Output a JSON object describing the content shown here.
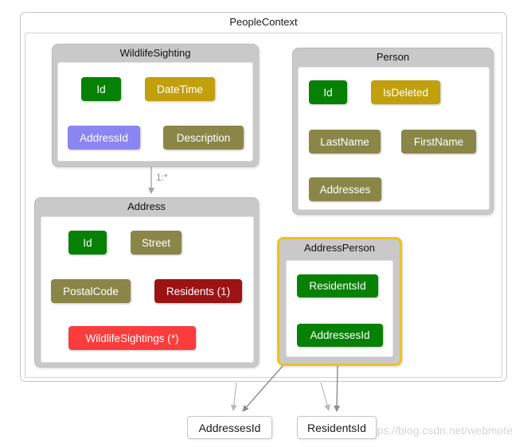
{
  "diagram": {
    "title": "PeopleContext",
    "watermark": "https://blog.csdn.net/webmote",
    "relation_label": "1:*"
  },
  "entities": {
    "wildlife_sighting": {
      "title": "WildlifeSighting",
      "fields": [
        {
          "label": "Id",
          "type": "key"
        },
        {
          "label": "DateTime",
          "type": "datetime"
        },
        {
          "label": "AddressId",
          "type": "foreign-key"
        },
        {
          "label": "Description",
          "type": "scalar"
        }
      ]
    },
    "person": {
      "title": "Person",
      "fields": [
        {
          "label": "Id",
          "type": "key"
        },
        {
          "label": "IsDeleted",
          "type": "datetime"
        },
        {
          "label": "LastName",
          "type": "scalar"
        },
        {
          "label": "FirstName",
          "type": "scalar"
        },
        {
          "label": "Addresses",
          "type": "scalar"
        }
      ]
    },
    "address": {
      "title": "Address",
      "fields": [
        {
          "label": "Id",
          "type": "key"
        },
        {
          "label": "Street",
          "type": "scalar"
        },
        {
          "label": "PostalCode",
          "type": "scalar"
        },
        {
          "label": "Residents (1)",
          "type": "navigation-one"
        },
        {
          "label": "WildlifeSightings (*)",
          "type": "navigation-many"
        }
      ]
    },
    "address_person": {
      "title": "AddressPerson",
      "selected": true,
      "fields": [
        {
          "label": "ResidentsId",
          "type": "key"
        },
        {
          "label": "AddressesId",
          "type": "key"
        }
      ]
    }
  },
  "external_nodes": {
    "addresses_id": {
      "label": "AddressesId"
    },
    "residents_id": {
      "label": "ResidentsId"
    }
  },
  "colors": {
    "key_green": "#068106",
    "datetime_gold": "#c2a00d",
    "scalar_olive": "#8a8648",
    "foreign_key_purple": "#8b85f2",
    "navigation_one_darkred": "#9c1313",
    "navigation_many_red": "#fa3c3c",
    "selection_yellow": "#efc319",
    "node_header_gray": "#c9c9c9",
    "arrow_dark": "#8c8c8c",
    "arrow_light": "#b8b8b8"
  }
}
